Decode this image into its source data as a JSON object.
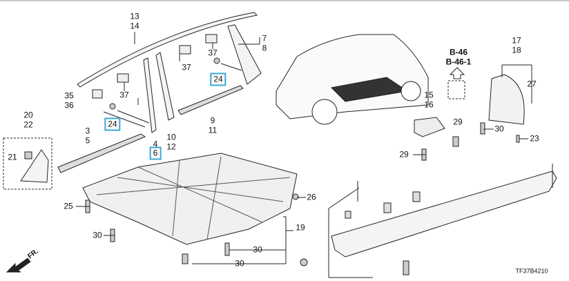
{
  "labels": {
    "l13": "13",
    "l14": "14",
    "l7": "7",
    "l8": "8",
    "l37a": "37",
    "l37b": "37",
    "l37c": "37",
    "l24a": "24",
    "l24b": "24",
    "l35": "35",
    "l36": "36",
    "l20": "20",
    "l22": "22",
    "l21": "21",
    "l3": "3",
    "l5": "5",
    "l4": "4",
    "l6": "6",
    "l10": "10",
    "l12": "12",
    "l9": "9",
    "l11": "11",
    "l15": "15",
    "l16": "16",
    "l29a": "29",
    "l29b": "29",
    "l30a": "30",
    "l17": "17",
    "l18": "18",
    "l27": "27",
    "l23": "23",
    "l25": "25",
    "l26": "26",
    "l19": "19",
    "l30b": "30",
    "l30c": "30",
    "l30d": "30"
  },
  "reference": {
    "line1": "B-46",
    "line2": "B-46-1"
  },
  "front_indicator": "FR.",
  "diagram_code": "TF37B4210",
  "highlight_color": "#3aa7d6"
}
